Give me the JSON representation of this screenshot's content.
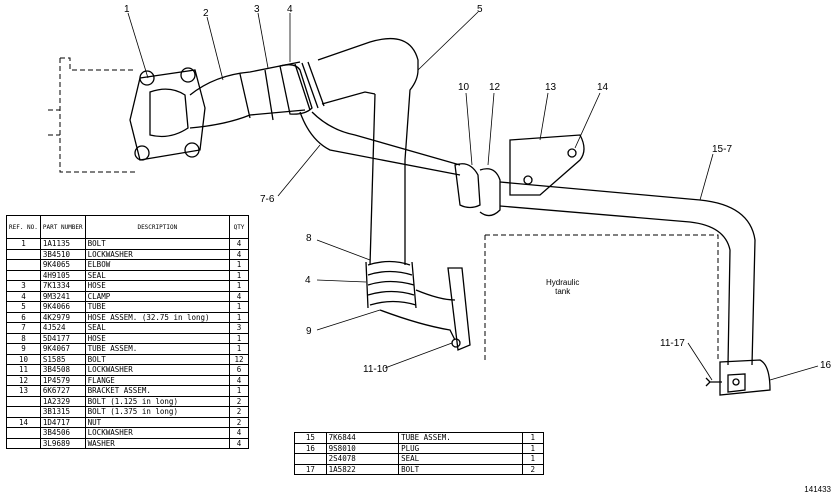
{
  "callouts": {
    "c1": "1",
    "c2": "2",
    "c3": "3",
    "c4a": "4",
    "c5": "5",
    "c10": "10",
    "c12": "12",
    "c13": "13",
    "c14": "14",
    "c15_7": "15-7",
    "c7_6": "7-6",
    "c8": "8",
    "c4b": "4",
    "c9": "9",
    "c11_10": "11-10",
    "c11_17": "11-17",
    "c16": "16"
  },
  "labels": {
    "hydraulic_tank": "Hydraulic\ntank"
  },
  "figure_number": "141433",
  "parts_table": {
    "headers": {
      "ref": "REF. NO.",
      "part": "PART NUMBER",
      "desc": "DESCRIPTION",
      "qty": "QTY"
    },
    "rows": [
      {
        "ref": "1",
        "part": "1A1135",
        "desc": "BOLT",
        "qty": "4"
      },
      {
        "ref": "",
        "part": "3B4510",
        "desc": "LOCKWASHER",
        "qty": "4"
      },
      {
        "ref": "",
        "part": "9K4065",
        "desc": "ELBOW",
        "qty": "1"
      },
      {
        "ref": "",
        "part": "4H9105",
        "desc": "SEAL",
        "qty": "1"
      },
      {
        "ref": "3",
        "part": "7K1334",
        "desc": "HOSE",
        "qty": "1"
      },
      {
        "ref": "4",
        "part": "9M3241",
        "desc": "CLAMP",
        "qty": "4"
      },
      {
        "ref": "5",
        "part": "9K4066",
        "desc": "TUBE",
        "qty": "1"
      },
      {
        "ref": "6",
        "part": "4K2979",
        "desc": "HOSE ASSEM. (32.75 in long)",
        "qty": "1"
      },
      {
        "ref": "7",
        "part": "4J524",
        "desc": "SEAL",
        "qty": "3"
      },
      {
        "ref": "8",
        "part": "5D4177",
        "desc": "HOSE",
        "qty": "1"
      },
      {
        "ref": "9",
        "part": "9K4067",
        "desc": "TUBE ASSEM.",
        "qty": "1"
      },
      {
        "ref": "10",
        "part": "S1585",
        "desc": "BOLT",
        "qty": "12"
      },
      {
        "ref": "11",
        "part": "3B4508",
        "desc": "LOCKWASHER",
        "qty": "6"
      },
      {
        "ref": "12",
        "part": "1P4579",
        "desc": "FLANGE",
        "qty": "4"
      },
      {
        "ref": "13",
        "part": "6K6727",
        "desc": "BRACKET ASSEM.",
        "qty": "1"
      },
      {
        "ref": "",
        "part": "1A2329",
        "desc": "BOLT (1.125 in long)",
        "qty": "2"
      },
      {
        "ref": "",
        "part": "3B1315",
        "desc": "BOLT (1.375 in long)",
        "qty": "2"
      },
      {
        "ref": "14",
        "part": "1D4717",
        "desc": "NUT",
        "qty": "2"
      },
      {
        "ref": "",
        "part": "3B4506",
        "desc": "LOCKWASHER",
        "qty": "4"
      },
      {
        "ref": "",
        "part": "3L9689",
        "desc": "WASHER",
        "qty": "4"
      }
    ]
  },
  "parts_table_2": {
    "rows": [
      {
        "ref": "15",
        "part": "7K6844",
        "desc": "TUBE ASSEM.",
        "qty": "1"
      },
      {
        "ref": "16",
        "part": "9S8010",
        "desc": "PLUG",
        "qty": "1"
      },
      {
        "ref": "",
        "part": "2S4078",
        "desc": "SEAL",
        "qty": "1"
      },
      {
        "ref": "17",
        "part": "1A5822",
        "desc": "BOLT",
        "qty": "2"
      }
    ]
  }
}
